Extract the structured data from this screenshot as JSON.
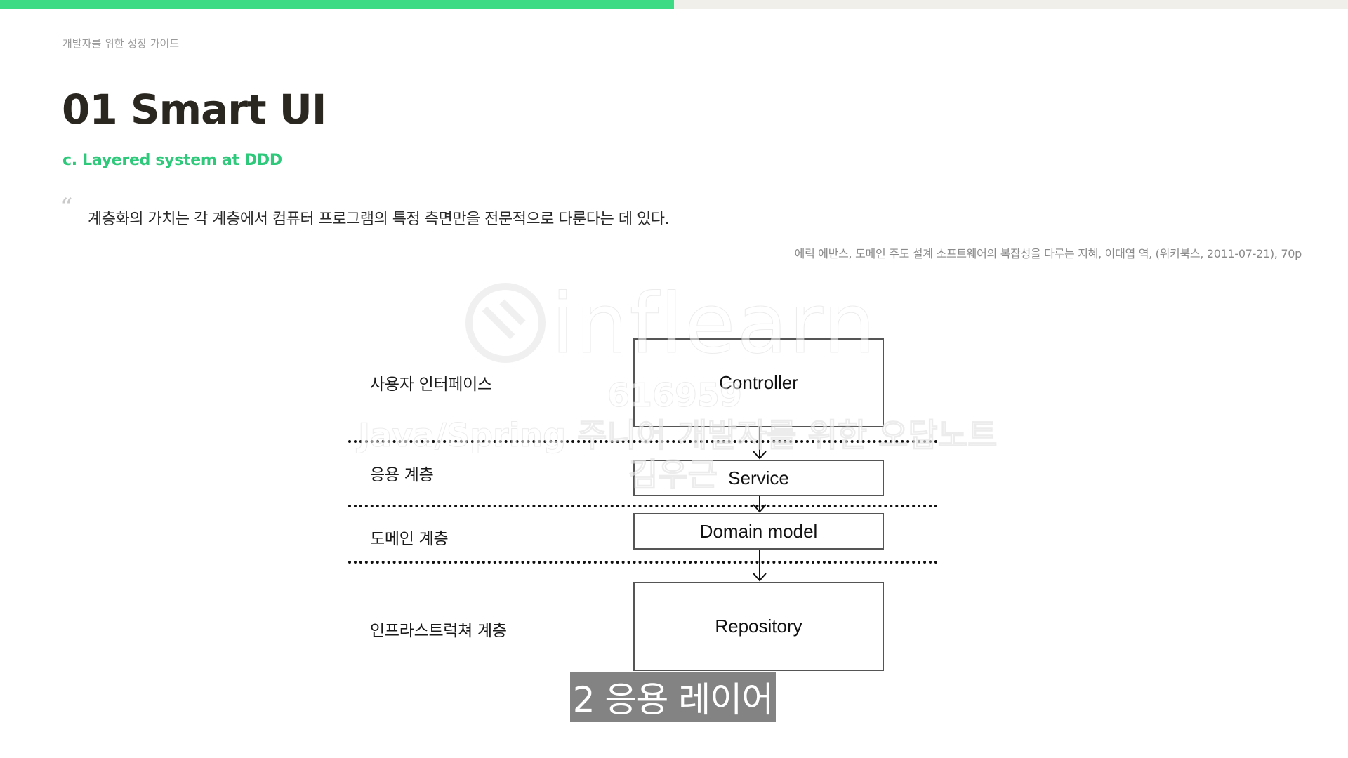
{
  "progress": {
    "percent": 50,
    "fill_color": "#3ddc84",
    "track_color": "#f0efea"
  },
  "header": {
    "breadcrumb": "개발자를 위한 성장 가이드",
    "title": "01 Smart UI",
    "subtitle": "c. Layered system at DDD",
    "subtitle_color": "#2ec97a"
  },
  "quote": {
    "mark": "“",
    "text": "계층화의 가치는 각 계층에서 컴퓨터 프로그램의 특정 측면만을 전문적으로 다룬다는 데 있다.",
    "citation": "에릭 에반스, 도메인 주도 설계 소프트웨어의 복잡성을 다루는 지혜, 이대엽 역, (위키북스, 2011-07-21), 70p"
  },
  "diagram": {
    "layers": [
      {
        "label": "사용자 인터페이스",
        "box": "Controller"
      },
      {
        "label": "응용 계층",
        "box": "Service"
      },
      {
        "label": "도메인 계층",
        "box": "Domain model"
      },
      {
        "label": "인프라스트럭쳐 계층",
        "box": "Repository"
      }
    ]
  },
  "watermark": {
    "brand": "inflearn",
    "id": "616959",
    "course": "Java/Spring 주니어 개발자를 위한 오답노트",
    "author": "김우근"
  },
  "caption": {
    "text": "2 응용 레이어"
  }
}
